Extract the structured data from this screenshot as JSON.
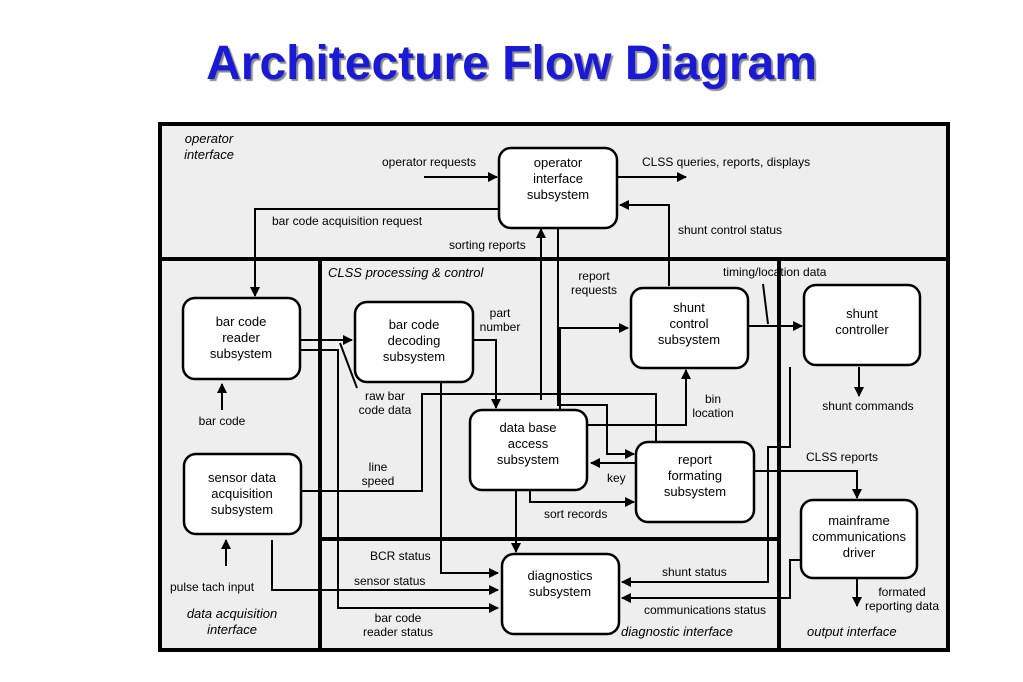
{
  "title": "Architecture Flow Diagram",
  "zones": {
    "operator": [
      "operator",
      "interface"
    ],
    "processing": "CLSS  processing & control",
    "data_acquisition": [
      "data acquisition",
      "interface"
    ],
    "diagnostic": "diagnostic interface",
    "output": "output interface"
  },
  "nodes": {
    "operator_interface": [
      "operator",
      "interface",
      "subsystem"
    ],
    "bar_code_reader": [
      "bar code",
      "reader",
      "subsystem"
    ],
    "bar_code_decoding": [
      "bar code",
      "decoding",
      "subsystem"
    ],
    "shunt_control": [
      "shunt",
      "control",
      "subsystem"
    ],
    "shunt_controller": [
      "shunt",
      "controller"
    ],
    "database_access": [
      "data base",
      "access",
      "subsystem"
    ],
    "report_formating": [
      "report",
      "formating",
      "subsystem"
    ],
    "sensor_data": [
      "sensor data",
      "acquisition",
      "subsystem"
    ],
    "mainframe": [
      "mainframe",
      "communications",
      "driver"
    ],
    "diagnostics": [
      "diagnostics",
      "subsystem"
    ]
  },
  "flows": {
    "operator_requests": "operator requests",
    "clss_queries": "CLSS queries, reports, displays",
    "bar_code_acq_request": "bar code acquisition request",
    "shunt_control_status": "shunt control status",
    "sorting_reports": "sorting reports",
    "report_requests": [
      "report",
      "requests"
    ],
    "timing_location": "timing/location data",
    "part_number": [
      "part",
      "number"
    ],
    "raw_bar_code": [
      "raw bar",
      "code data"
    ],
    "bar_code": "bar code",
    "shunt_commands": "shunt commands",
    "bin_location": [
      "bin",
      "location"
    ],
    "line_speed": [
      "line",
      "speed"
    ],
    "key": "key",
    "clss_reports": "CLSS reports",
    "sort_records": "sort records",
    "bcr_status": "BCR status",
    "sensor_status": "sensor status",
    "bar_code_reader_status": [
      "bar code",
      "reader status"
    ],
    "shunt_status": "shunt status",
    "communications_status": "communications status",
    "pulse_tach_input": "pulse tach input",
    "formated_reporting": [
      "formated",
      "reporting data"
    ]
  }
}
